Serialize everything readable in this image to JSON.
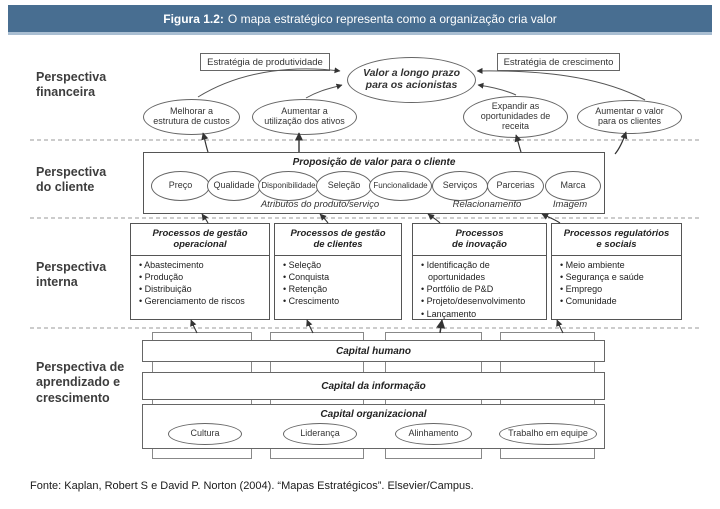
{
  "header": {
    "figure_label": "Figura 1.2:",
    "title": "O mapa estratégico representa como a organização cria valor"
  },
  "colors": {
    "banner": "#486e91",
    "line": "#555555",
    "dashed": "#999999",
    "text": "#222222"
  },
  "perspectives": {
    "financeira": "Perspectiva\nfinanceira",
    "cliente": "Perspectiva\ndo cliente",
    "interna": "Perspectiva\ninterna",
    "aprendizado": "Perspectiva de\naprendizado e\ncrescimento"
  },
  "financial": {
    "strategy_productivity": "Estratégia de produtividade",
    "strategy_growth": "Estratégia de crescimento",
    "value_ellipse": "Valor a longo prazo\npara os acionistas",
    "ellipses": [
      {
        "label": "Melhorar a\nestrutura de custos"
      },
      {
        "label": "Aumentar a\nutilização dos ativos"
      },
      {
        "label": "Expandir as\noportunidades de\nreceita"
      },
      {
        "label": "Aumentar o valor\npara os clientes"
      }
    ]
  },
  "client": {
    "title": "Proposição de valor para o cliente",
    "ellipses": [
      "Preço",
      "Qualidade",
      "Disponibilidade",
      "Seleção",
      "Funcionalidade",
      "Serviços",
      "Parcerias",
      "Marca"
    ],
    "groups": [
      "Atributos do produto/serviço",
      "Relacionamento",
      "Imagem"
    ]
  },
  "internal": {
    "boxes": [
      {
        "title": "Processos de gestão\noperacional",
        "items": [
          "Abastecimento",
          "Produção",
          "Distribuição",
          "Gerenciamento de riscos"
        ]
      },
      {
        "title": "Processos de gestão\nde clientes",
        "items": [
          "Seleção",
          "Conquista",
          "Retenção",
          "Crescimento"
        ]
      },
      {
        "title": "Processos\nde inovação",
        "items": [
          "Identificação de oportunidades",
          "Portfólio de P&D",
          "Projeto/desenvolvimento",
          "Lançamento"
        ]
      },
      {
        "title": "Processos regulatórios\ne sociais",
        "items": [
          "Meio ambiente",
          "Segurança e saúde",
          "Emprego",
          "Comunidade"
        ]
      }
    ]
  },
  "learning": {
    "bars": [
      "Capital humano",
      "Capital da informação",
      "Capital organizacional"
    ],
    "org_ellipses": [
      "Cultura",
      "Liderança",
      "Alinhamento",
      "Trabalho em equipe"
    ]
  },
  "footer": {
    "source": "Fonte: Kaplan, Robert S e David P. Norton (2004). “Mapas Estratégicos”.  Elsevier/Campus."
  }
}
